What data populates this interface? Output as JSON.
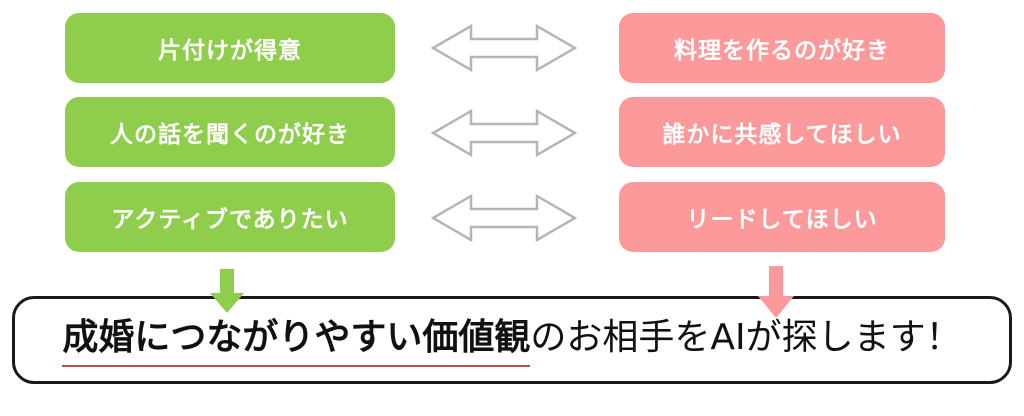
{
  "colors": {
    "green": "#8FCE4D",
    "pink": "#FB999B",
    "arrow_outline": "#B5B5B5",
    "underline_red": "#C0504D",
    "box_border": "#1A1A1A"
  },
  "matching": {
    "left_items": [
      "片付けが得意",
      "人の話を聞くのが好き",
      "アクティブでありたい"
    ],
    "right_items": [
      "料理を作るのが好き",
      "誰かに共感してほしい",
      "リードしてほしい"
    ]
  },
  "conclusion": {
    "highlight": "成婚につながりやすい価値観",
    "rest": "のお相手をAIが探します！"
  },
  "icons": {
    "pair_link": "left-right-arrow",
    "result_left": "down-arrow",
    "result_right": "down-arrow"
  }
}
